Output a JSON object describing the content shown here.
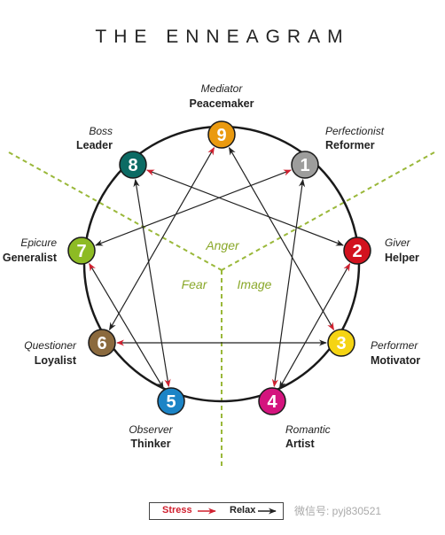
{
  "title": "THE ENNEAGRAM",
  "types": [
    {
      "number": "1",
      "role": "Perfectionist",
      "type": "Reformer",
      "color": "#9d9d9c"
    },
    {
      "number": "2",
      "role": "Giver",
      "type": "Helper",
      "color": "#d2121e"
    },
    {
      "number": "3",
      "role": "Performer",
      "type": "Motivator",
      "color": "#f5d413"
    },
    {
      "number": "4",
      "role": "Romantic",
      "type": "Artist",
      "color": "#d4147e"
    },
    {
      "number": "5",
      "role": "Observer",
      "type": "Thinker",
      "color": "#1c84c6"
    },
    {
      "number": "6",
      "role": "Questioner",
      "type": "Loyalist",
      "color": "#8b6a3e"
    },
    {
      "number": "7",
      "role": "Epicure",
      "type": "Generalist",
      "color": "#8dbb24"
    },
    {
      "number": "8",
      "role": "Boss",
      "type": "Leader",
      "color": "#0c6b64"
    },
    {
      "number": "9",
      "role": "Mediator",
      "type": "Peacemaker",
      "color": "#ea9a10"
    }
  ],
  "zones": {
    "top": "Anger",
    "left": "Fear",
    "right": "Image"
  },
  "legend": {
    "stress": "Stress",
    "relax": "Relax"
  },
  "colors": {
    "stress_arrow": "#d0202f",
    "relax_arrow": "#222222",
    "divider": "#9ab83a"
  },
  "watermark": "微信号: pyj830521"
}
